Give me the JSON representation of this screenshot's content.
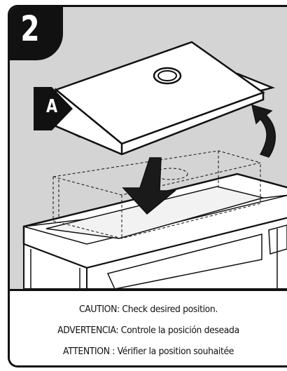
{
  "step": {
    "number": "2"
  },
  "callout": {
    "label": "A"
  },
  "caption": {
    "lines": [
      "CAUTION: Check desired position.",
      "ADVERTENCIA: Controle la posición deseada",
      "ATTENTION : Vérifier la position souhaitée"
    ]
  },
  "colors": {
    "background": "#d4d4d4",
    "outline": "#111111",
    "fill": "#ffffff",
    "arrow": "#1a1a1a"
  },
  "icons": {
    "direction_down": "arrow-down-icon",
    "rotate": "curved-arrow-icon"
  }
}
